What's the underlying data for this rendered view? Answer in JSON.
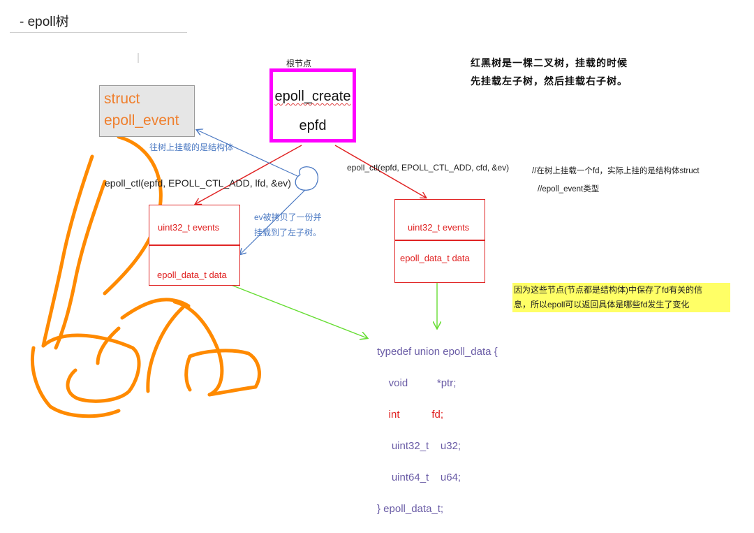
{
  "title": "- epoll树",
  "root": {
    "label": "根节点",
    "line1": "epoll_create",
    "line2": "epfd"
  },
  "struct_box": {
    "line1": "struct",
    "line2": "epoll_event"
  },
  "rb_note": {
    "line1": "红黑树是一棵二叉树，挂载的时候",
    "line2": "先挂载左子树，然后挂载右子树。"
  },
  "annotations": {
    "mount_struct": "往树上挂载的是结构体",
    "ev_copy_line1": "ev被拷贝了一份并",
    "ev_copy_line2": "挂载到了左子树。",
    "right_comment_line1": "//在树上挂载一个fd，实际上挂的是结构体struct",
    "right_comment_line2": "//epoll_event类型"
  },
  "calls": {
    "left": "epoll_ctl(epfd, EPOLL_CTL_ADD, lfd, &ev)",
    "right": "epoll_ctl(epfd, EPOLL_CTL_ADD, cfd, &ev)"
  },
  "left_node": {
    "events": "uint32_t  events",
    "data": "epoll_data_t data"
  },
  "right_node": {
    "events": "uint32_t  events",
    "data": "epoll_data_t data"
  },
  "yellow_note": {
    "line1": "因为这些节点(节点都是结构体)中保存了fd有关的信",
    "line2": "息，所以epoll可以返回具体是哪些fd发生了变化"
  },
  "code": {
    "l1": "typedef union epoll_data {",
    "l2a": "    void",
    "l2b": "          *ptr;",
    "l3a": "    int",
    "l3b": "           fd;",
    "l4": "     uint32_t    u32;",
    "l5": "     uint64_t    u64;",
    "l6": "} epoll_data_t;"
  },
  "colors": {
    "root_border": "#ff00ff",
    "node_border": "#e02424",
    "blue_annotation": "#4a78c2",
    "orange_scribble": "#ff8800",
    "green_arrow": "#66dd33",
    "highlight": "#ffff66",
    "code": "#6a5ca6"
  }
}
